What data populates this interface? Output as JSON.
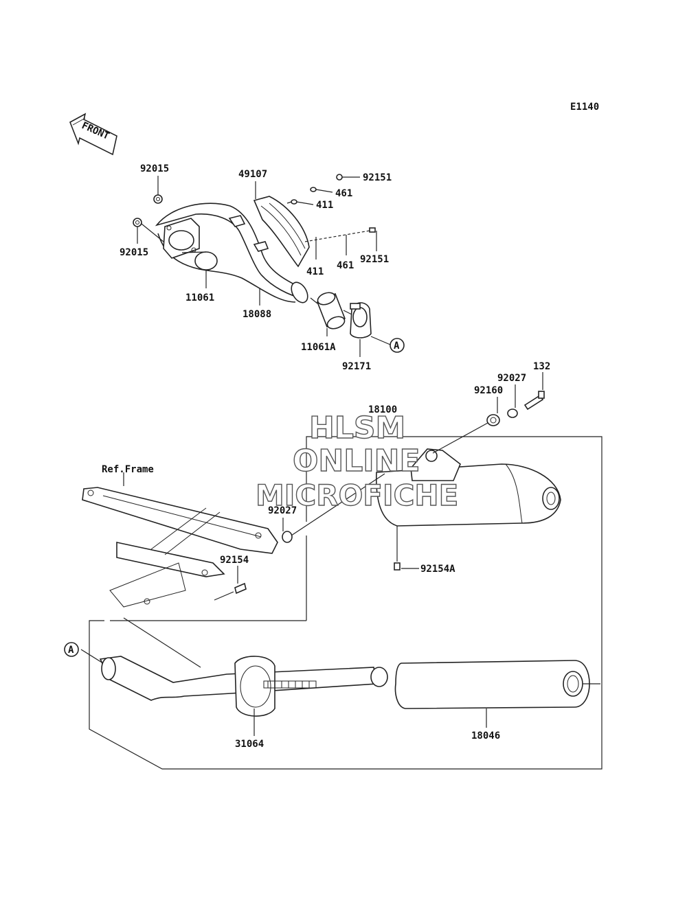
{
  "diagram_code": "E1140",
  "front_label": "FRONT",
  "ref_frame_label": "Ref.Frame",
  "callout_a": "A",
  "watermark": {
    "line1": "HLSM",
    "line2": "ONLINE",
    "line3": "MICROFICHE"
  },
  "labels": {
    "p92015_top": "92015",
    "p92015_left": "92015",
    "p11061": "11061",
    "p18088": "18088",
    "p49107": "49107",
    "p92151_top": "92151",
    "p461_top": "461",
    "p411_top": "411",
    "p411_bot": "411",
    "p461_bot": "461",
    "p92151_bot": "92151",
    "p11061A": "11061A",
    "p92171": "92171",
    "p132": "132",
    "p92027_top": "92027",
    "p92160": "92160",
    "p18100": "18100",
    "p92027_mid": "92027",
    "p92154": "92154",
    "p92154A": "92154A",
    "p31064": "31064",
    "p18046": "18046"
  }
}
